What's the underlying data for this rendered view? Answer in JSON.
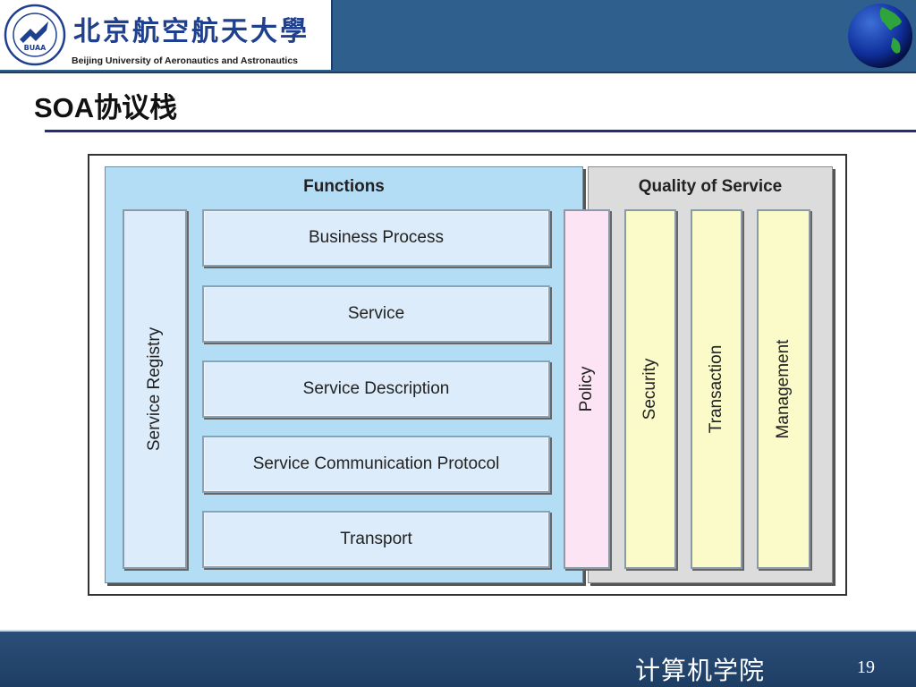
{
  "header": {
    "university_cn": "北京航空航天大學",
    "university_en": "Beijing University of Aeronautics and Astronautics"
  },
  "slide": {
    "title": "SOA协议栈"
  },
  "diagram": {
    "functions_title": "Functions",
    "qos_title": "Quality of Service",
    "registry_label": "Service Registry",
    "policy_label": "Policy",
    "layers": [
      "Business Process",
      "Service",
      "Service Description",
      "Service Communication Protocol",
      "Transport"
    ],
    "qos_items": [
      "Security",
      "Transaction",
      "Management"
    ],
    "colors": {
      "functions_bg": "#b3dcf5",
      "layer_bg": "#dcecfa",
      "policy_bg": "#fde4f5",
      "qos_bg": "#dcdcdc",
      "qos_item_bg": "#fbfbc9"
    }
  },
  "footer": {
    "department": "计算机学院",
    "page_number": "19"
  }
}
